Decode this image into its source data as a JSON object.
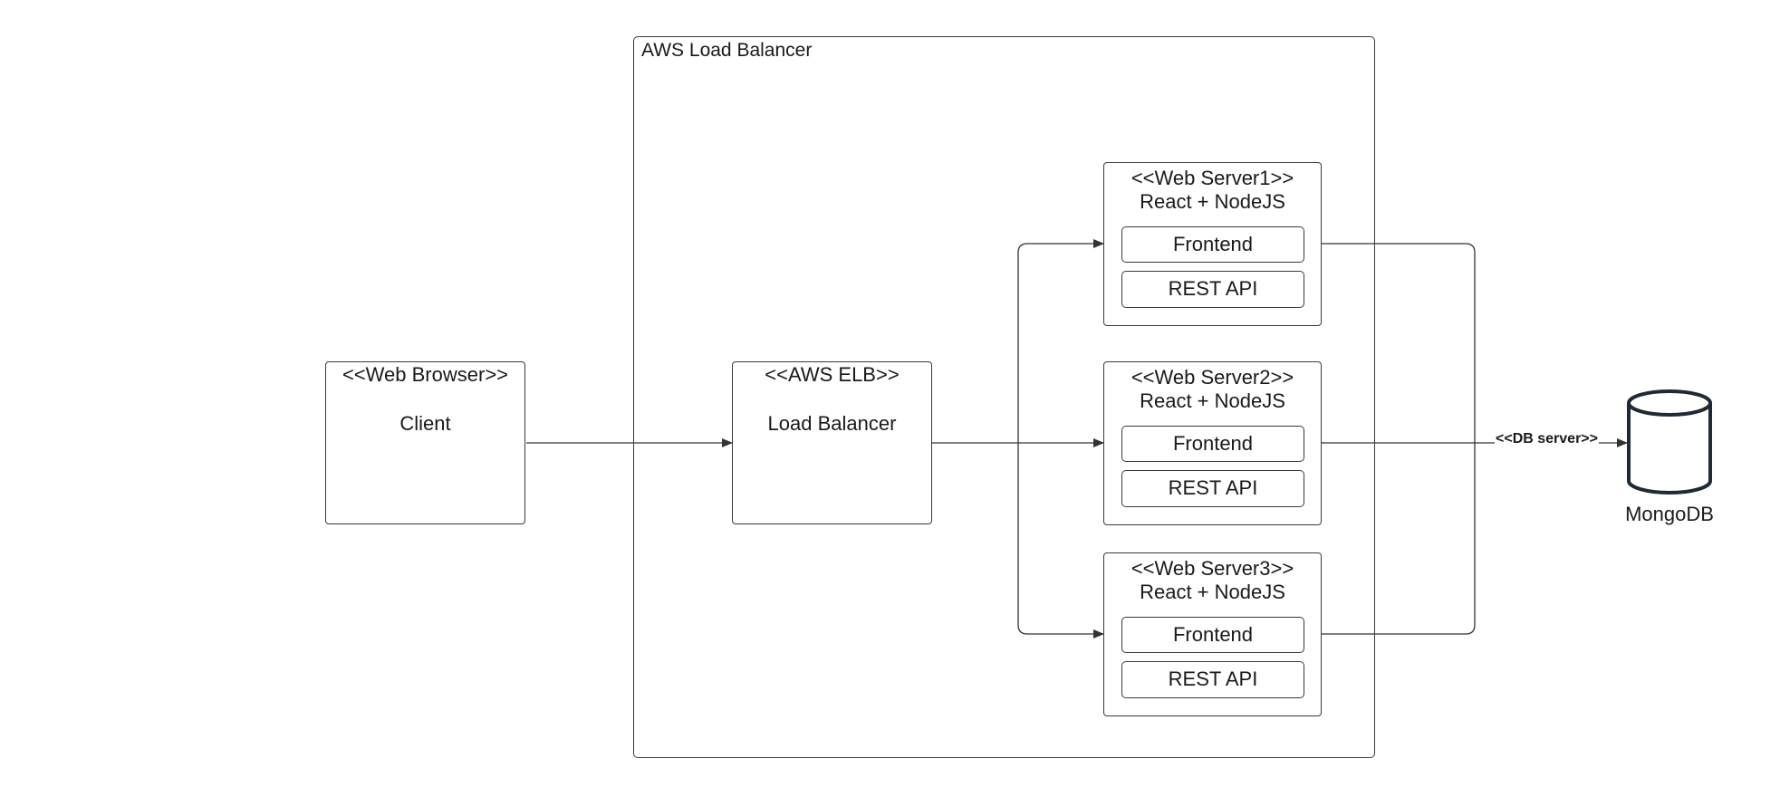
{
  "container": {
    "title": "AWS Load Balancer"
  },
  "client": {
    "stereotype": "<<Web Browser>>",
    "name": "Client"
  },
  "load_balancer": {
    "stereotype": "<<AWS ELB>>",
    "name": "Load Balancer"
  },
  "servers": [
    {
      "stereotype": "<<Web Server1>>",
      "stack": "React + NodeJS",
      "components": [
        "Frontend",
        "REST API"
      ]
    },
    {
      "stereotype": "<<Web Server2>>",
      "stack": "React + NodeJS",
      "components": [
        "Frontend",
        "REST API"
      ]
    },
    {
      "stereotype": "<<Web Server3>>",
      "stack": "React + NodeJS",
      "components": [
        "Frontend",
        "REST API"
      ]
    }
  ],
  "database": {
    "name": "MongoDB",
    "edge_label": "<<DB server>>"
  },
  "colors": {
    "line": "#3a3a3a",
    "db_stroke": "#1e2a36"
  }
}
